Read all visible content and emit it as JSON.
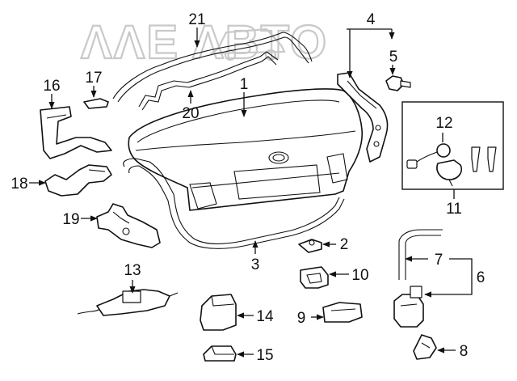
{
  "watermark": {
    "text": "ΛΛΕ ΛΒΤΟ",
    "color": "#c9c9c9"
  },
  "colors": {
    "line": "#111111",
    "background": "#ffffff"
  },
  "callouts": [
    "1",
    "2",
    "3",
    "4",
    "5",
    "6",
    "7",
    "8",
    "9",
    "10",
    "11",
    "12",
    "13",
    "14",
    "15",
    "16",
    "17",
    "18",
    "19",
    "20",
    "21"
  ]
}
